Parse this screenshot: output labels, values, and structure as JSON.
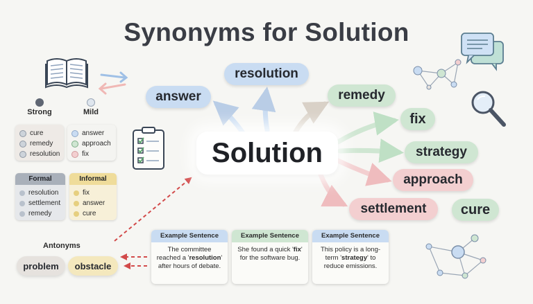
{
  "title": "Synonyms for Solution",
  "center": "Solution",
  "synonyms": {
    "answer": "answer",
    "resolution": "resolution",
    "remedy": "remedy",
    "fix": "fix",
    "strategy": "strategy",
    "approach": "approach",
    "settlement": "settlement",
    "cure": "cure"
  },
  "categories": {
    "strong": {
      "label": "Strong",
      "items": [
        "cure",
        "remedy",
        "resolution"
      ]
    },
    "mild": {
      "label": "Mild",
      "items": [
        "answer",
        "approach",
        "fix"
      ]
    },
    "formal": {
      "label": "Formal",
      "items": [
        "resolution",
        "settlement",
        "remedy"
      ]
    },
    "informal": {
      "label": "Informal",
      "items": [
        "fix",
        "answer",
        "cure"
      ]
    }
  },
  "antonyms": {
    "label": "Antonyms",
    "items": [
      "problem",
      "obstacle"
    ]
  },
  "examples": [
    {
      "header": "Example Sentence",
      "before": "The committee reached a '",
      "word": "resolution",
      "after": "' after hours of debate."
    },
    {
      "header": "Example Sentence",
      "before": "She found a quick '",
      "word": "fix",
      "after": "' for the software bug."
    },
    {
      "header": "Example Sentence",
      "before": "This policy is a long-term '",
      "word": "strategy",
      "after": "' to reduce emissions."
    }
  ],
  "colors": {
    "blue": "#c9dcf2",
    "green": "#cfe6d2",
    "red": "#f3cfd0",
    "yellow": "#f4e8bd",
    "antonym_arrow": "#d24a4a"
  },
  "icons": [
    "open-book-icon",
    "swap-arrows-icon",
    "clipboard-checklist-icon",
    "chat-bubbles-icon",
    "network-graph-icon",
    "magnifier-icon"
  ]
}
